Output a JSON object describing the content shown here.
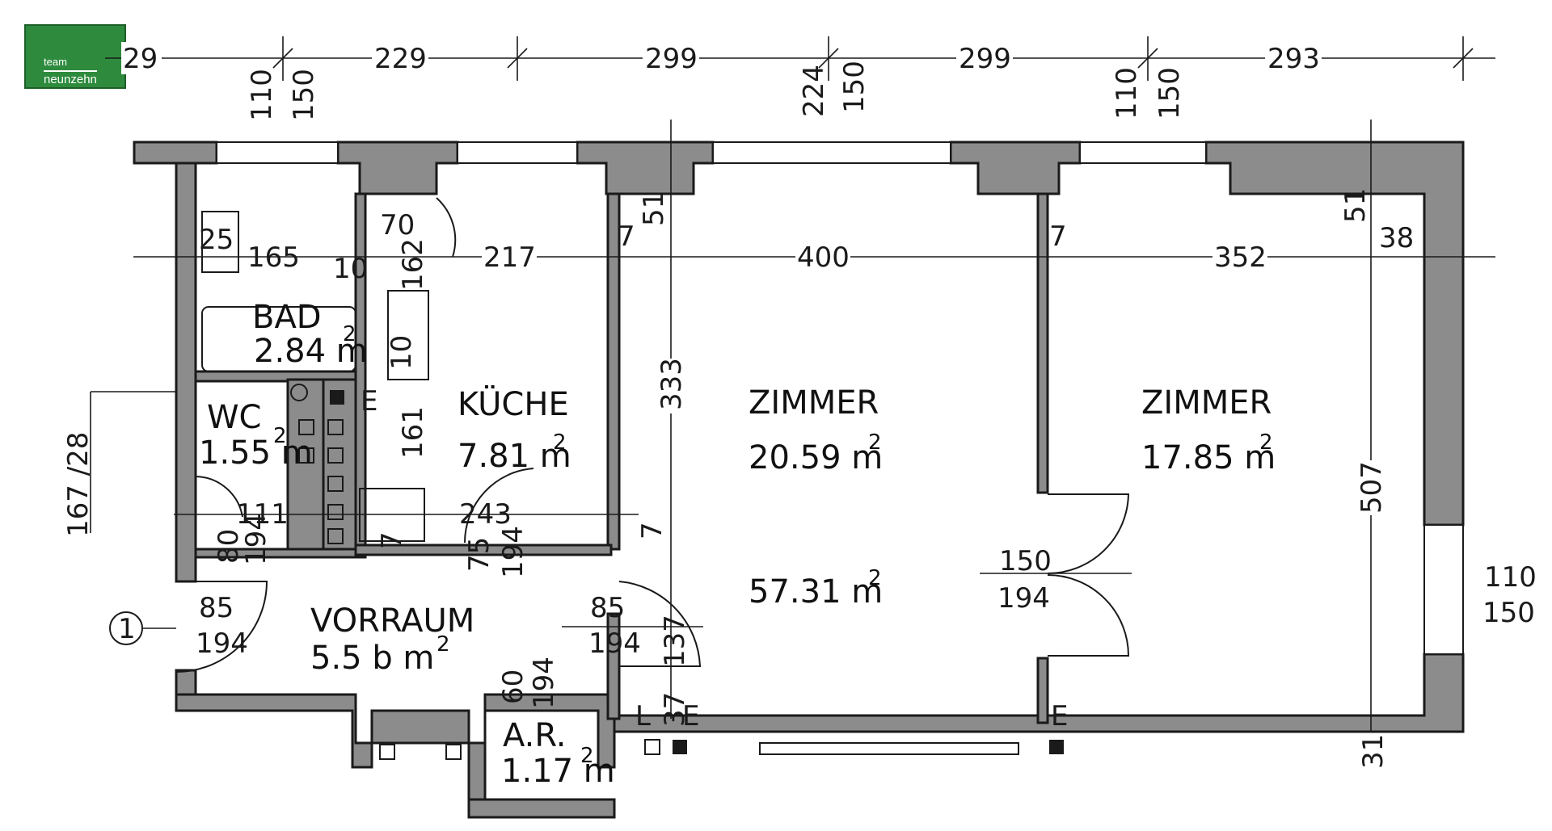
{
  "logo": {
    "line1": "team",
    "line2": "neunzehn"
  },
  "top_dims": [
    "29",
    "229",
    "299",
    "299",
    "293"
  ],
  "window_dims": [
    [
      "110",
      "150"
    ],
    [
      "224",
      "150"
    ],
    [
      "110",
      "150"
    ]
  ],
  "interior_dims": {
    "d25": "25",
    "d165": "165",
    "d70": "70",
    "d10": "10",
    "d217": "217",
    "d162": "162",
    "d10b": "10",
    "d7a": "7",
    "d51a": "51",
    "d400": "400",
    "d7b": "7",
    "d352": "352",
    "d51b": "51",
    "d38": "38",
    "d333": "333",
    "d161": "161",
    "d507": "507",
    "d111": "111",
    "d243": "243",
    "d7c": "7",
    "d7d": "7",
    "d31": "31",
    "d37": "37"
  },
  "doors": {
    "wc": [
      "80",
      "194"
    ],
    "kueche": [
      "75",
      "194"
    ],
    "entry": [
      "85",
      "194"
    ],
    "zimmer": [
      "85",
      "194"
    ],
    "d137": "137",
    "ar": [
      "60",
      "194"
    ],
    "zimmer2": [
      "150",
      "194"
    ],
    "right_window": [
      "110",
      "150"
    ]
  },
  "left_dim": "167 /28",
  "entrance_marker": "1",
  "rooms": {
    "bad": {
      "name": "BAD",
      "area": "2.84 m",
      "sup": "2"
    },
    "wc": {
      "name": "WC",
      "area": "1.55 m",
      "sup": "2"
    },
    "kueche": {
      "name": "KÜCHE",
      "area": "7.81 m",
      "sup": "2"
    },
    "zimmer1": {
      "name": "ZIMMER",
      "area": "20.59 m",
      "sup": "2"
    },
    "total": {
      "area": "57.31 m",
      "sup": "2"
    },
    "zimmer2": {
      "name": "ZIMMER",
      "area": "17.85 m",
      "sup": "2"
    },
    "vorraum": {
      "name": "VORRAUM",
      "area": "5.5 b  m",
      "sup": "2"
    },
    "ar": {
      "name": "A.R.",
      "area": "1.17 m",
      "sup": "2"
    }
  },
  "markers": {
    "e1": "E",
    "e2": "E",
    "e3": "E",
    "l": "L"
  }
}
